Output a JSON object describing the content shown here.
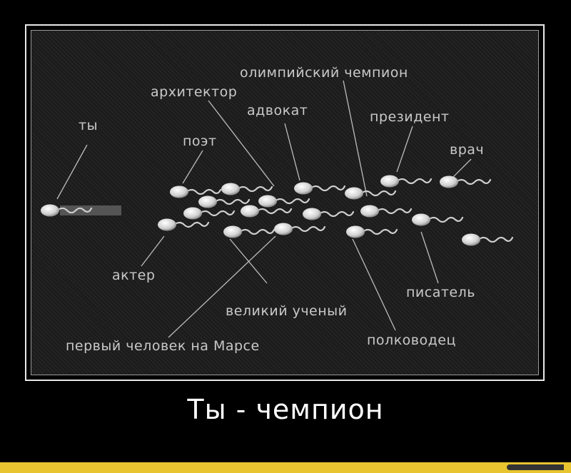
{
  "poster": {
    "labels": {
      "you": "ты",
      "architect": "архитектор",
      "olympic_champion": "олимпийский чемпион",
      "lawyer": "адвокат",
      "president": "президент",
      "poet": "поэт",
      "doctor": "врач",
      "actor": "актер",
      "writer": "писатель",
      "great_scientist": "великий ученый",
      "first_man_on_mars": "первый человек на Марсе",
      "commander": "полководец"
    },
    "caption": "Ты - чемпион"
  },
  "colors": {
    "background": "#000000",
    "panel": "#1c1c1c",
    "label_text": "#c9c9c9",
    "caption_text": "#ffffff",
    "sperm_fill": "#d8d8d8",
    "bottom_bar": "#e8c430"
  }
}
